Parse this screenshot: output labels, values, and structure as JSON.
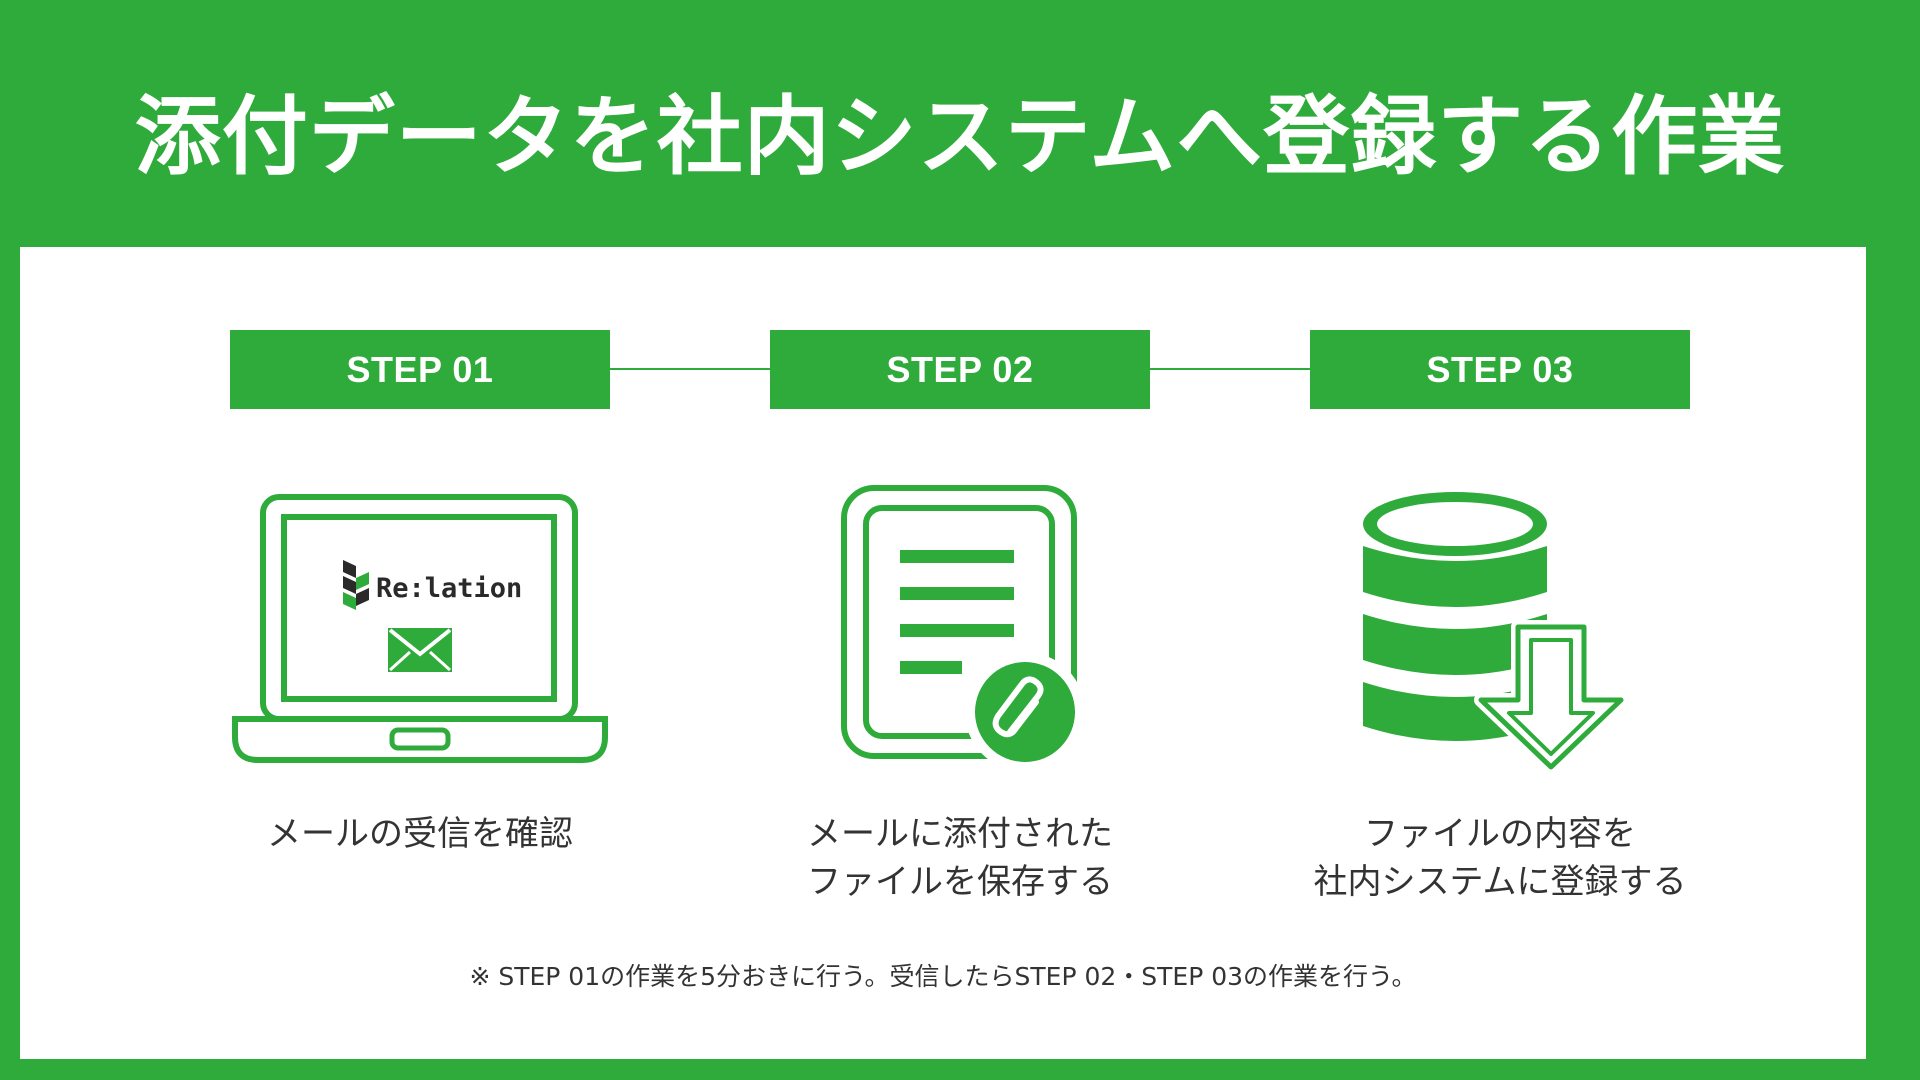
{
  "title": "添付データを社内システムへ登録する作業",
  "steps": [
    {
      "badge": "STEP 01",
      "label_lines": [
        "メールの受信を確認"
      ],
      "icon": "laptop-mail-icon",
      "brand": "Re:lation"
    },
    {
      "badge": "STEP 02",
      "label_lines": [
        "メールに添付された",
        "ファイルを保存する"
      ],
      "icon": "document-attachment-icon"
    },
    {
      "badge": "STEP 03",
      "label_lines": [
        "ファイルの内容を",
        "社内システムに登録する"
      ],
      "icon": "database-download-icon"
    }
  ],
  "note": "※ STEP 01の作業を5分おきに行う。受信したらSTEP 02・STEP 03の作業を行う。",
  "colors": {
    "accent": "#2eab3a",
    "background": "#ffffff",
    "text": "#333333"
  }
}
